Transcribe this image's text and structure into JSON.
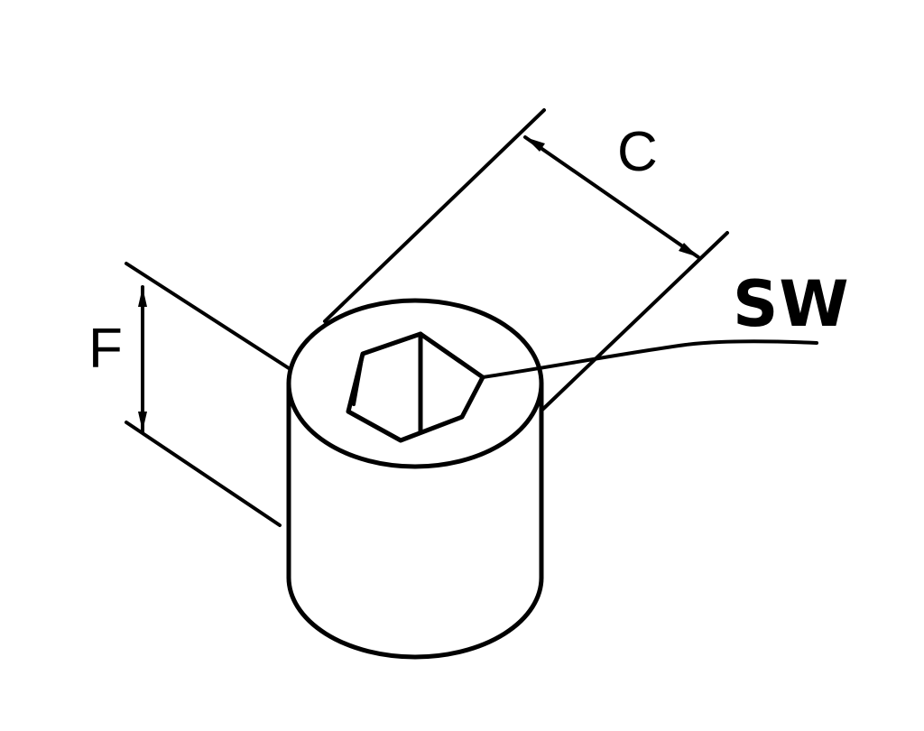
{
  "labels": {
    "c": "C",
    "f": "F",
    "sw": "SW"
  },
  "colors": {
    "line": "#000000",
    "background": "#ffffff"
  }
}
